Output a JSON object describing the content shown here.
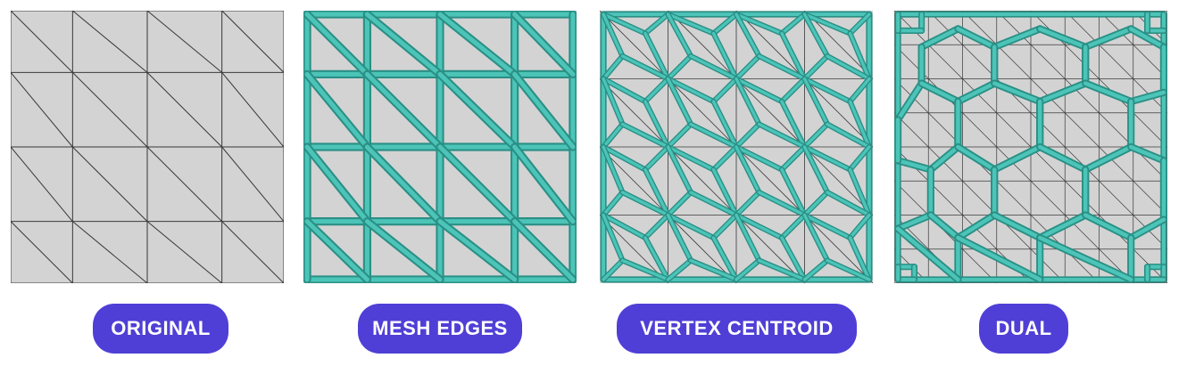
{
  "colors": {
    "background": "#ffffff",
    "face_fill": "#d3d3d3",
    "mesh_line": "#3a3a3a",
    "wire_outer": "#2a8f85",
    "wire_inner": "#4cc4b8",
    "pill": "#4f3fd6",
    "pill_text": "#ffffff"
  },
  "panels": [
    {
      "id": "original",
      "label": "ORIGINAL"
    },
    {
      "id": "mesh-edges",
      "label": "MESH EDGES"
    },
    {
      "id": "vertex-centroid",
      "label": "VERTEX CENTROID"
    },
    {
      "id": "dual",
      "label": "DUAL"
    }
  ]
}
